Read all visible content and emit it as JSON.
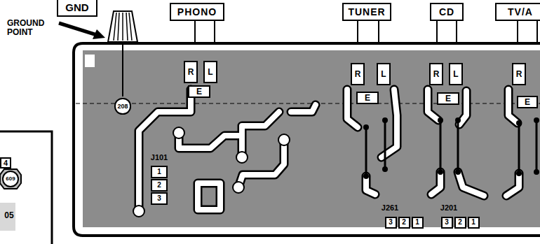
{
  "diagram": {
    "nodes": [
      {
        "text": [
          "GND"
        ]
      },
      {
        "text": [
          "PHONO"
        ]
      },
      {
        "text": [
          "TUNER"
        ]
      },
      {
        "text": [
          "CD"
        ]
      },
      {
        "text": [
          "TV/A"
        ]
      },
      {
        "text": [
          "R"
        ]
      },
      {
        "text": [
          "L"
        ]
      },
      {
        "text": [
          "E"
        ]
      },
      {
        "text": [
          "R"
        ]
      },
      {
        "text": [
          "L"
        ]
      },
      {
        "text": [
          "E"
        ]
      },
      {
        "text": [
          "R"
        ]
      },
      {
        "text": [
          "L"
        ]
      },
      {
        "text": [
          "E"
        ]
      },
      {
        "text": [
          "R"
        ]
      },
      {
        "text": [
          "E"
        ]
      },
      {
        "text": [
          "208"
        ]
      },
      {
        "text": [
          "1"
        ]
      },
      {
        "text": [
          "2"
        ]
      },
      {
        "text": [
          "3"
        ]
      },
      {
        "text": [
          "3"
        ]
      },
      {
        "text": [
          "2"
        ]
      },
      {
        "text": [
          "1"
        ]
      },
      {
        "text": [
          "3"
        ]
      },
      {
        "text": [
          "2"
        ]
      },
      {
        "text": [
          "1"
        ]
      },
      {
        "text": [
          "4"
        ]
      },
      {
        "text": [
          "609"
        ]
      }
    ],
    "labels": [
      "GROUND POINT",
      "J101",
      "J261",
      "J201",
      "05"
    ]
  }
}
